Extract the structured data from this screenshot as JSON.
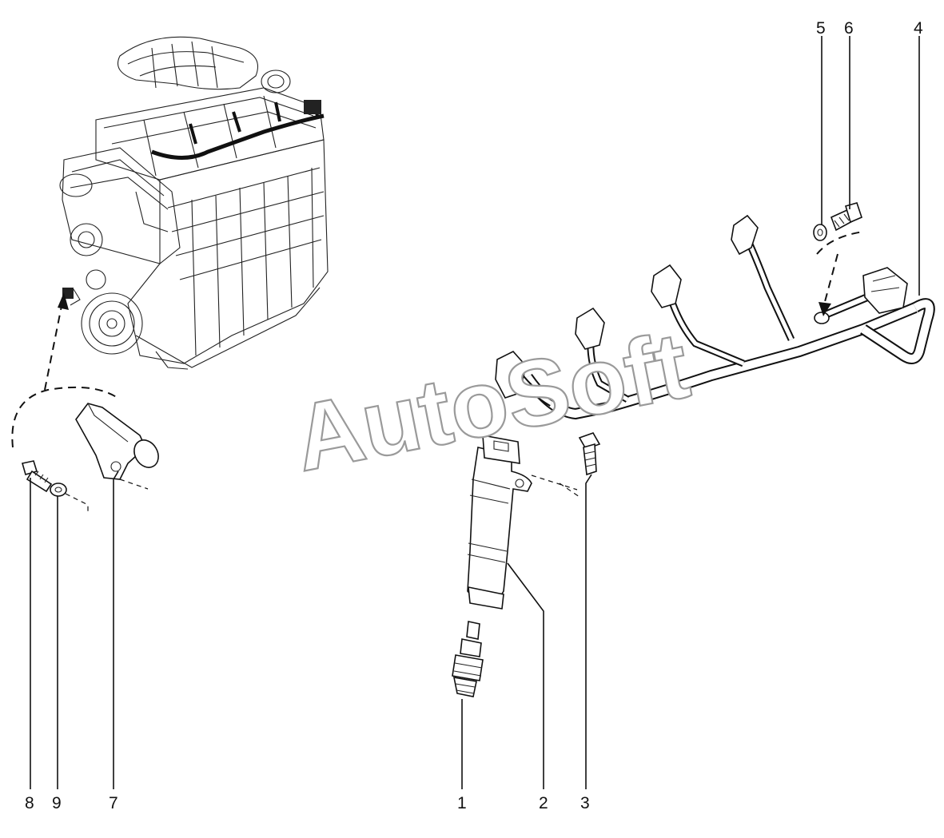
{
  "watermark": "AutoSoft",
  "callouts": [
    {
      "id": "callout-1",
      "label": "1"
    },
    {
      "id": "callout-2",
      "label": "2"
    },
    {
      "id": "callout-3",
      "label": "3"
    },
    {
      "id": "callout-4",
      "label": "4"
    },
    {
      "id": "callout-5",
      "label": "5"
    },
    {
      "id": "callout-6",
      "label": "6"
    },
    {
      "id": "callout-7",
      "label": "7"
    },
    {
      "id": "callout-8",
      "label": "8"
    },
    {
      "id": "callout-9",
      "label": "9"
    }
  ]
}
